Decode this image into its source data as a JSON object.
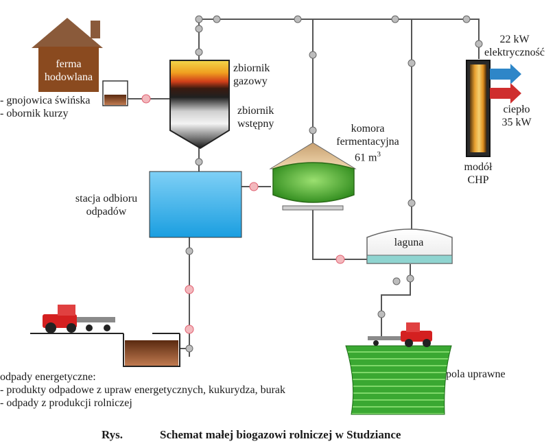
{
  "farm": {
    "line1": "ferma",
    "line2": "hodowlana"
  },
  "inputs_animal": {
    "item1": "- gnojowica świńska",
    "item2": "- obornik kurzy"
  },
  "gas_tank": {
    "line1": "zbiornik",
    "line2": "gazowy"
  },
  "pre_tank": {
    "line1": "zbiornik",
    "line2": "wstępny"
  },
  "fermenter": {
    "line1": "komora",
    "line2": "fermentacyjna",
    "volume": "61 m",
    "volume_sup": "3"
  },
  "chp": {
    "power": "22 kW",
    "power_label": "elektryczność",
    "heat_label": "ciepło",
    "heat": "35 kW",
    "module1": "modół",
    "module2": "CHP"
  },
  "waste_station": {
    "line1": "stacja odbioru",
    "line2": "odpadów"
  },
  "lagoon": {
    "label": "laguna"
  },
  "fields": {
    "label": "pola uprawne"
  },
  "inputs_energy": {
    "heading": "odpady energetyczne:",
    "item1": "- produkty odpadowe z upraw energetycznych, kukurydza, burak",
    "item2": "- odpady z produkcji rolniczej"
  },
  "caption": {
    "prefix": "Rys.",
    "title": "Schemat małej biogazowi rolniczej w Studziance"
  },
  "colors": {
    "pipe": "#555555",
    "valve_grey": "#8a8a8a",
    "valve_pink": "#e8707a",
    "water": "#3aaee8",
    "fermenter_green": "#4fae2c",
    "lagoon_teal": "#8fd4d0",
    "farm_brown": "#8a4a1f",
    "tractor_red": "#d42020",
    "field_green": "#2f9a2a",
    "arrow_blue": "#2e86c8",
    "arrow_red": "#cf2e2e"
  }
}
